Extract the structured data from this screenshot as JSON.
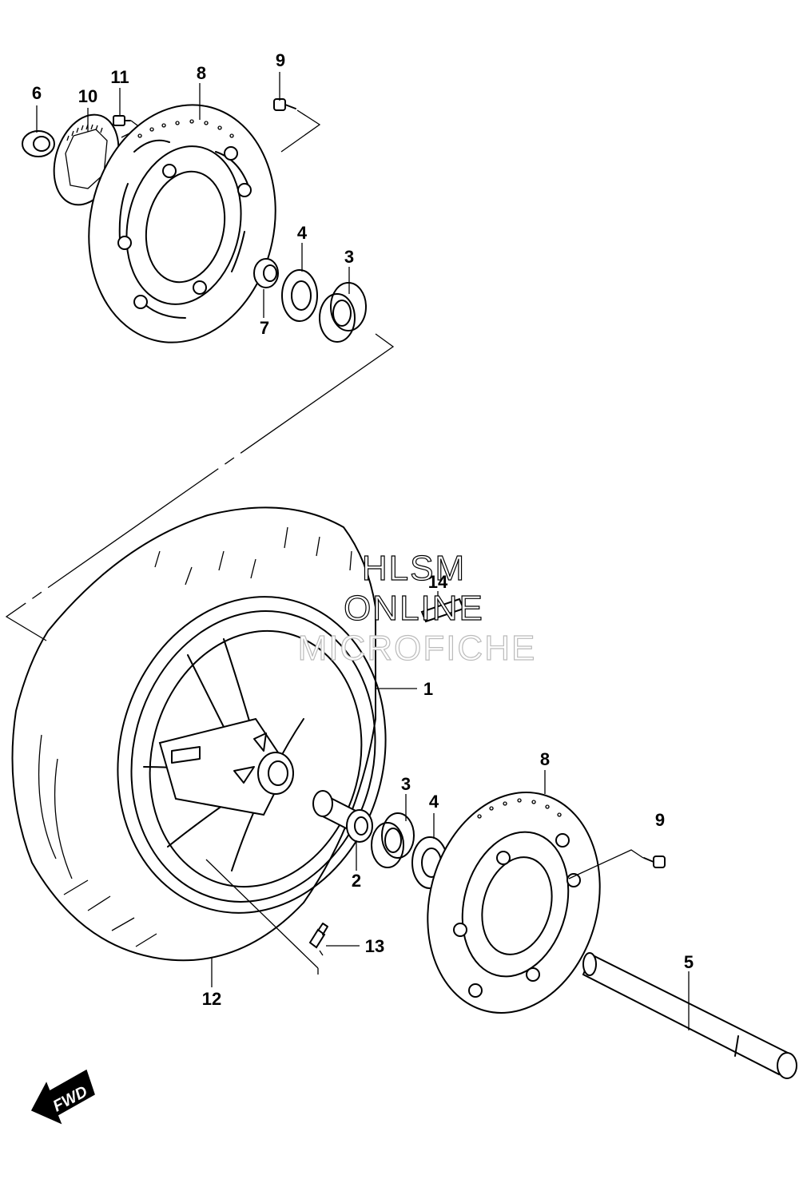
{
  "callouts": {
    "c1": "1",
    "c2": "2",
    "c3a": "3",
    "c3b": "3",
    "c4a": "4",
    "c4b": "4",
    "c5": "5",
    "c6": "6",
    "c7": "7",
    "c8a": "8",
    "c8b": "8",
    "c9a": "9",
    "c9b": "9",
    "c10": "10",
    "c11": "11",
    "c12": "12",
    "c13": "13",
    "c14": "14"
  },
  "watermark": {
    "line1": "HLSM",
    "line2": "ONLINE",
    "line3": "MICROFICHE"
  },
  "fwd_badge": {
    "label": "FWD"
  }
}
